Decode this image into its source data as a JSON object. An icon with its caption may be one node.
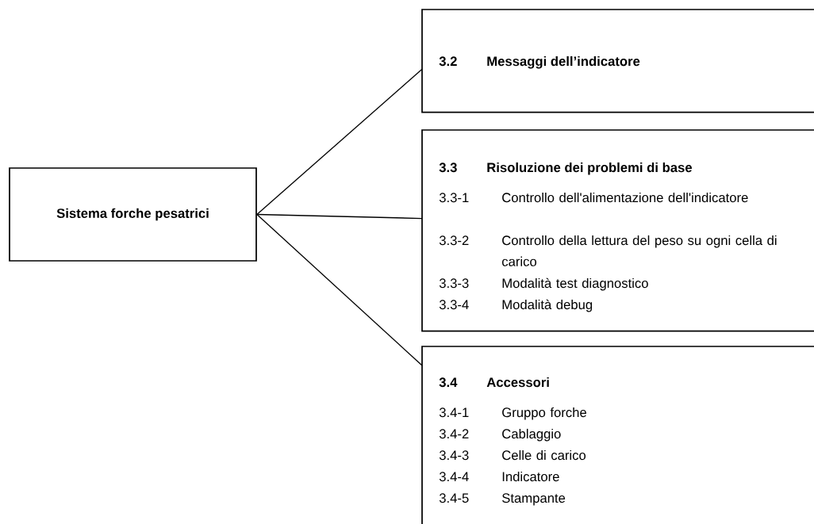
{
  "diagram": {
    "nodes": [
      {
        "text": [
          "Sistema forche pesatrici"
        ]
      },
      {
        "text": [
          "3.2",
          "Messaggi dell’indicatore"
        ]
      },
      {
        "text": [
          "3.3",
          "Risoluzione dei problemi di base",
          "3.3-1",
          "Controllo dell'alimentazione dell'indicatore",
          "3.3-2",
          "Controllo della lettura del peso su ogni cella di carico",
          "3.3-3",
          "Modalità test diagnostico",
          "3.3-4",
          "Modalità debug"
        ]
      },
      {
        "text": [
          "3.4",
          "Accessori",
          "3.4-1",
          "Gruppo forche",
          "3.4-2",
          "Cablaggio",
          "3.4-3",
          "Celle di carico",
          "3.4-4",
          "Indicatore",
          "3.4-5",
          "Stampante"
        ]
      }
    ],
    "edges": [
      {
        "from": 0,
        "to": 1,
        "arrow": "none"
      },
      {
        "from": 0,
        "to": 2,
        "arrow": "none"
      },
      {
        "from": 0,
        "to": 3,
        "arrow": "none"
      }
    ]
  }
}
